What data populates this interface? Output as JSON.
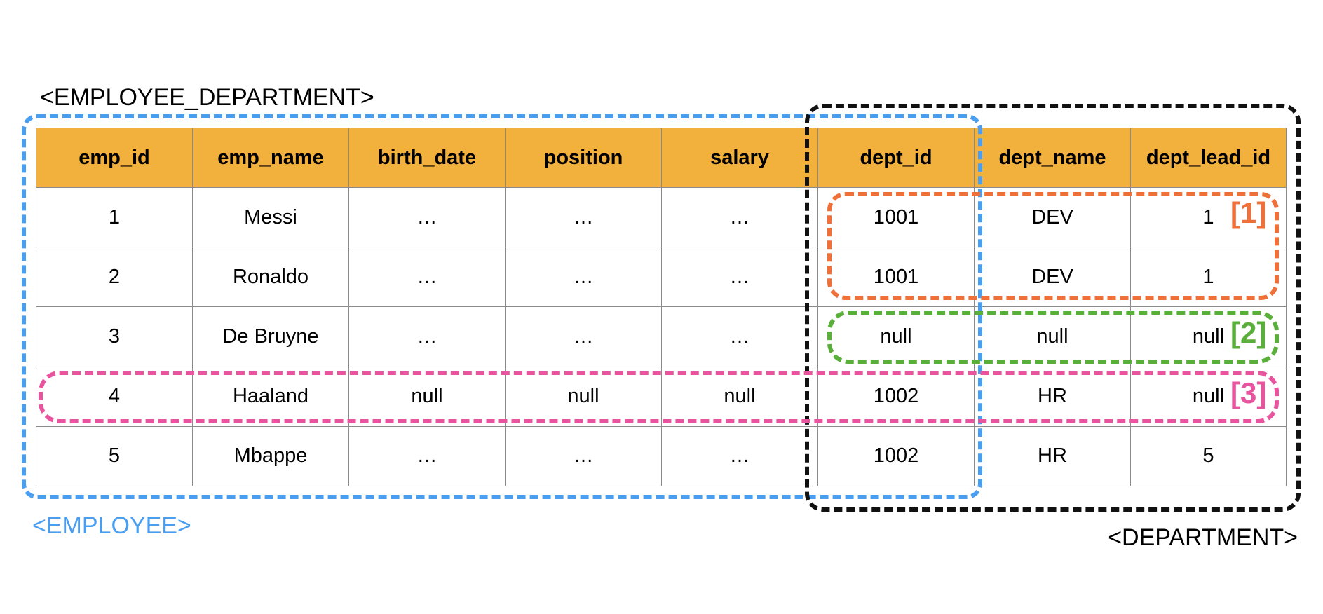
{
  "captions": {
    "employee_department": "<EMPLOYEE_DEPARTMENT>",
    "employee": "<EMPLOYEE>",
    "department": "<DEPARTMENT>"
  },
  "table": {
    "headers": [
      "emp_id",
      "emp_name",
      "birth_date",
      "position",
      "salary",
      "dept_id",
      "dept_name",
      "dept_lead_id"
    ],
    "rows": [
      [
        "1",
        "Messi",
        "…",
        "…",
        "…",
        "1001",
        "DEV",
        "1"
      ],
      [
        "2",
        "Ronaldo",
        "…",
        "…",
        "…",
        "1001",
        "DEV",
        "1"
      ],
      [
        "3",
        "De Bruyne",
        "…",
        "…",
        "…",
        "null",
        "null",
        "null"
      ],
      [
        "4",
        "Haaland",
        "null",
        "null",
        "null",
        "1002",
        "HR",
        "null"
      ],
      [
        "5",
        "Mbappe",
        "…",
        "…",
        "…",
        "1002",
        "HR",
        "5"
      ]
    ]
  },
  "markers": {
    "m1": "[1]",
    "m2": "[2]",
    "m3": "[3]"
  },
  "colors": {
    "header_bg": "#f2b03d",
    "employee_box": "#4a9ef0",
    "department_box": "#111111",
    "anomaly_1": "#f0703a",
    "anomaly_2": "#5aaf3a",
    "anomaly_3": "#e8559e"
  }
}
